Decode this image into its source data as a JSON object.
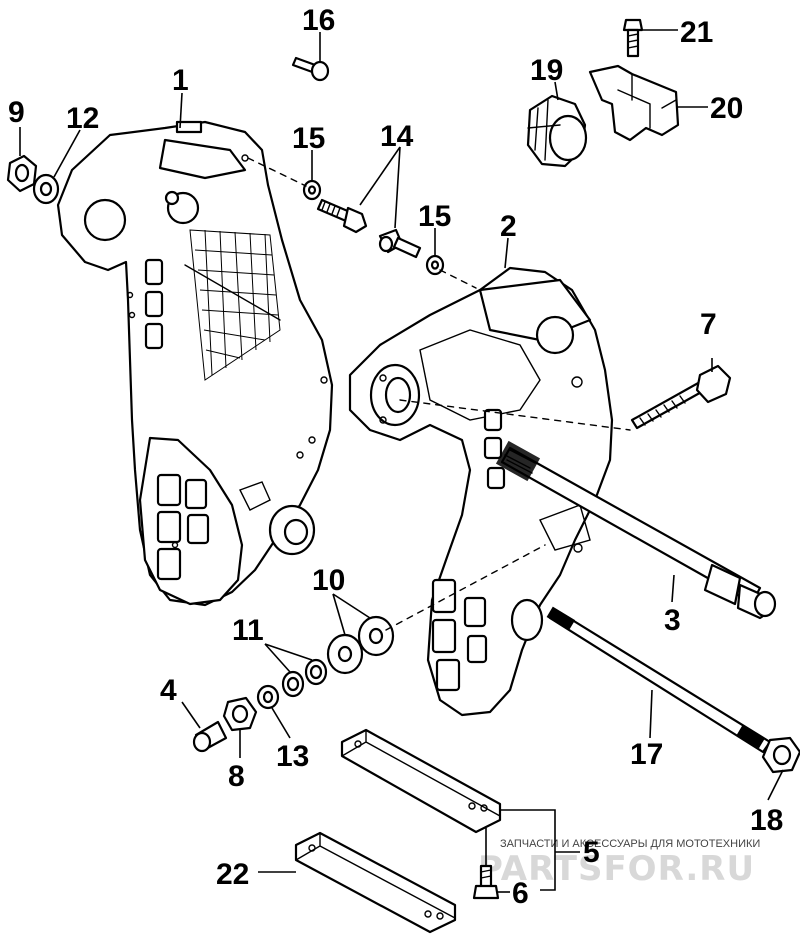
{
  "diagram": {
    "callouts": [
      {
        "id": "1",
        "label": "1"
      },
      {
        "id": "2",
        "label": "2"
      },
      {
        "id": "3",
        "label": "3"
      },
      {
        "id": "4",
        "label": "4"
      },
      {
        "id": "5",
        "label": "5"
      },
      {
        "id": "6",
        "label": "6"
      },
      {
        "id": "7",
        "label": "7"
      },
      {
        "id": "8",
        "label": "8"
      },
      {
        "id": "9",
        "label": "9"
      },
      {
        "id": "10",
        "label": "10"
      },
      {
        "id": "11",
        "label": "11"
      },
      {
        "id": "12",
        "label": "12"
      },
      {
        "id": "13",
        "label": "13"
      },
      {
        "id": "14",
        "label": "14"
      },
      {
        "id": "15a",
        "label": "15"
      },
      {
        "id": "15b",
        "label": "15"
      },
      {
        "id": "16",
        "label": "16"
      },
      {
        "id": "17",
        "label": "17"
      },
      {
        "id": "18",
        "label": "18"
      },
      {
        "id": "19",
        "label": "19"
      },
      {
        "id": "20",
        "label": "20"
      },
      {
        "id": "21",
        "label": "21"
      },
      {
        "id": "22",
        "label": "22"
      }
    ]
  },
  "watermark": {
    "caption": "ЗАПЧАСТИ И АКСЕССУАРЫ ДЛЯ МОТОТЕХНИКИ",
    "logo": "PARTSFOR.RU"
  }
}
